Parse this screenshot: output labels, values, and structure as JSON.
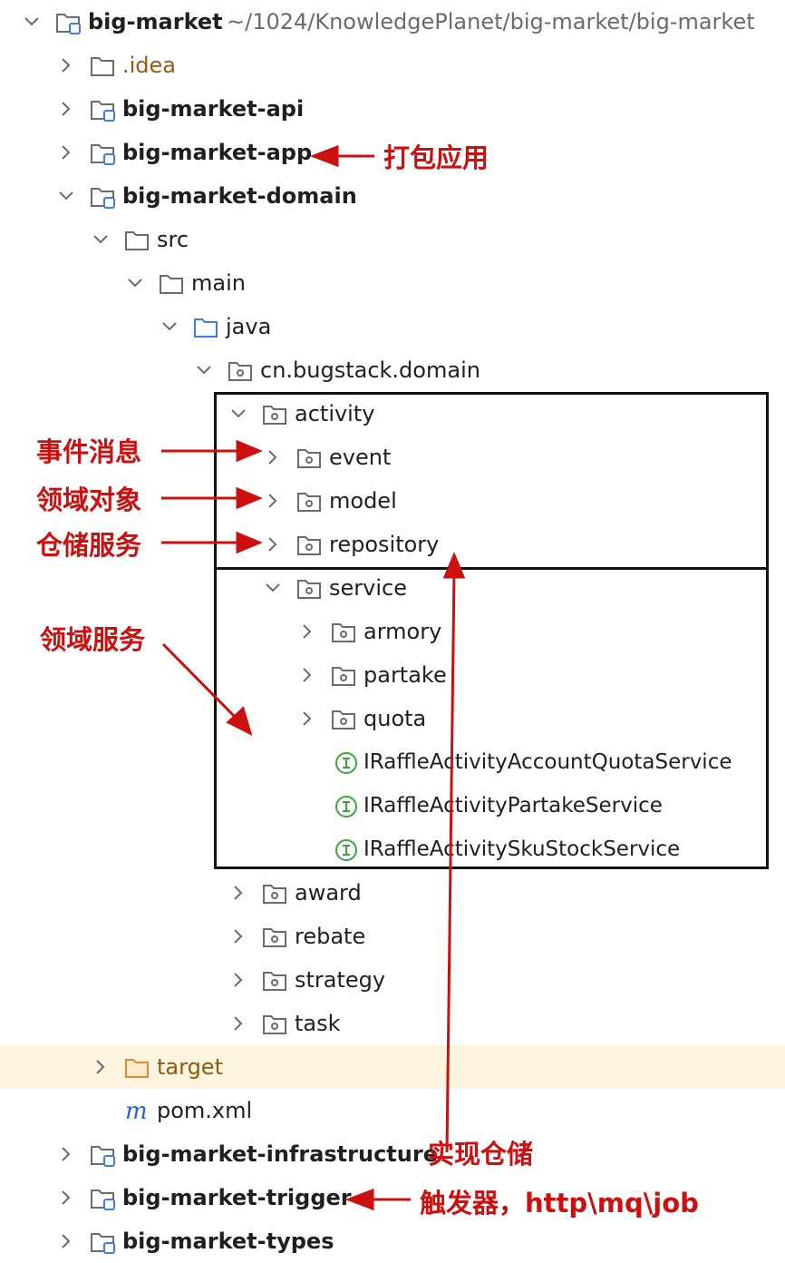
{
  "project": {
    "root_name": "big-market",
    "root_path": "~/1024/KnowledgePlanet/big-market/big-market"
  },
  "tree": [
    {
      "id": "big-market",
      "label": "big-market",
      "depth": 0,
      "expanded": true,
      "icon": "module-folder-icon",
      "bold": true
    },
    {
      "id": "idea",
      "label": ".idea",
      "depth": 1,
      "expanded": false,
      "icon": "folder-icon",
      "orange": true
    },
    {
      "id": "big-market-api",
      "label": "big-market-api",
      "depth": 1,
      "expanded": false,
      "icon": "module-folder-icon",
      "bold": true
    },
    {
      "id": "big-market-app",
      "label": "big-market-app",
      "depth": 1,
      "expanded": false,
      "icon": "module-folder-icon",
      "bold": true
    },
    {
      "id": "big-market-domain",
      "label": "big-market-domain",
      "depth": 1,
      "expanded": true,
      "icon": "module-folder-icon",
      "bold": true
    },
    {
      "id": "src",
      "label": "src",
      "depth": 2,
      "expanded": true,
      "icon": "folder-icon"
    },
    {
      "id": "main",
      "label": "main",
      "depth": 3,
      "expanded": true,
      "icon": "folder-icon"
    },
    {
      "id": "java",
      "label": "java",
      "depth": 4,
      "expanded": true,
      "icon": "source-folder-icon"
    },
    {
      "id": "cn-bugstack-domain",
      "label": "cn.bugstack.domain",
      "depth": 5,
      "expanded": true,
      "icon": "package-icon"
    },
    {
      "id": "activity",
      "label": "activity",
      "depth": 6,
      "expanded": true,
      "icon": "package-icon"
    },
    {
      "id": "event",
      "label": "event",
      "depth": 7,
      "expanded": false,
      "icon": "package-icon"
    },
    {
      "id": "model",
      "label": "model",
      "depth": 7,
      "expanded": false,
      "icon": "package-icon"
    },
    {
      "id": "repository",
      "label": "repository",
      "depth": 7,
      "expanded": false,
      "icon": "package-icon"
    },
    {
      "id": "service",
      "label": "service",
      "depth": 7,
      "expanded": true,
      "icon": "package-icon"
    },
    {
      "id": "armory",
      "label": "armory",
      "depth": 8,
      "expanded": false,
      "icon": "package-icon"
    },
    {
      "id": "partake",
      "label": "partake",
      "depth": 8,
      "expanded": false,
      "icon": "package-icon"
    },
    {
      "id": "quota",
      "label": "quota",
      "depth": 8,
      "expanded": false,
      "icon": "package-icon"
    },
    {
      "id": "iraffle-account-quota",
      "label": "IRaffleActivityAccountQuotaService",
      "depth": 8,
      "leaf": true,
      "icon": "interface-icon"
    },
    {
      "id": "iraffle-partake",
      "label": "IRaffleActivityPartakeService",
      "depth": 8,
      "leaf": true,
      "icon": "interface-icon"
    },
    {
      "id": "iraffle-sku-stock",
      "label": "IRaffleActivitySkuStockService",
      "depth": 8,
      "leaf": true,
      "icon": "interface-icon"
    },
    {
      "id": "award",
      "label": "award",
      "depth": 6,
      "expanded": false,
      "icon": "package-icon"
    },
    {
      "id": "rebate",
      "label": "rebate",
      "depth": 6,
      "expanded": false,
      "icon": "package-icon"
    },
    {
      "id": "strategy",
      "label": "strategy",
      "depth": 6,
      "expanded": false,
      "icon": "package-icon"
    },
    {
      "id": "task",
      "label": "task",
      "depth": 6,
      "expanded": false,
      "icon": "package-icon"
    },
    {
      "id": "target",
      "label": "target",
      "depth": 2,
      "expanded": false,
      "icon": "excluded-folder-icon",
      "target": true,
      "highlight": true
    },
    {
      "id": "pom-xml",
      "label": "pom.xml",
      "depth": 2,
      "leaf": true,
      "icon": "maven-icon"
    },
    {
      "id": "big-market-infrastructure",
      "label": "big-market-infrastructure",
      "depth": 1,
      "expanded": false,
      "icon": "module-folder-icon",
      "bold": true
    },
    {
      "id": "big-market-trigger",
      "label": "big-market-trigger",
      "depth": 1,
      "expanded": false,
      "icon": "module-folder-icon",
      "bold": true
    },
    {
      "id": "big-market-types",
      "label": "big-market-types",
      "depth": 1,
      "expanded": false,
      "icon": "module-folder-icon",
      "bold": true
    }
  ],
  "annotations": {
    "app": "打包应用",
    "event": "事件消息",
    "model": "领域对象",
    "repository": "仓储服务",
    "service": "领域服务",
    "infrastructure": "实现仓储",
    "trigger": "触发器，http\\mq\\job"
  },
  "colors": {
    "annotation": "#cc1010",
    "highlight_row": "#fdf5df",
    "interface_icon": "#3fa33f",
    "source_folder": "#3d7de0",
    "module_badge": "#3d7de0"
  }
}
